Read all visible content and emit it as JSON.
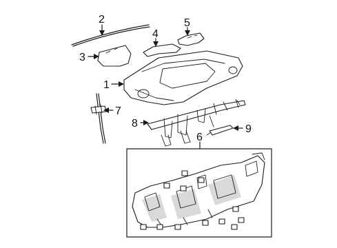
{
  "callouts": [
    {
      "id": "1",
      "label": "1"
    },
    {
      "id": "2",
      "label": "2"
    },
    {
      "id": "3",
      "label": "3"
    },
    {
      "id": "4",
      "label": "4"
    },
    {
      "id": "5",
      "label": "5"
    },
    {
      "id": "6",
      "label": "6"
    },
    {
      "id": "7",
      "label": "7"
    },
    {
      "id": "8",
      "label": "8"
    },
    {
      "id": "9",
      "label": "9"
    }
  ],
  "colors": {
    "ink": "#1a1a1a",
    "background": "#ffffff",
    "shade": "#d9d9d9"
  }
}
